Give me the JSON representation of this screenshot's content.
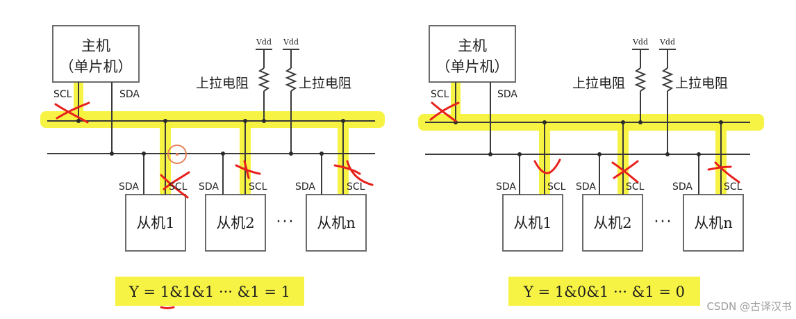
{
  "colors": {
    "highlight": "#f7f23a",
    "mark": "#e8201c",
    "wire": "#3a3a3a"
  },
  "left": {
    "master_line1": "主机",
    "master_line2": "（单片机）",
    "scl": "SCL",
    "sda": "SDA",
    "vdd1": "Vdd",
    "vdd2": "Vdd",
    "pullup1": "上拉电阻",
    "pullup2": "上拉电阻",
    "slave1": "从机1",
    "slave2": "从机2",
    "slaven": "从机n",
    "ellipsis": "···",
    "s1_sda": "SDA",
    "s1_scl": "SCL",
    "s2_sda": "SDA",
    "s2_scl": "SCL",
    "sn_sda": "SDA",
    "sn_scl": "SCL",
    "formula": "Y = 1&1&1 ··· &1 = 1"
  },
  "right": {
    "master_line1": "主机",
    "master_line2": "（单片机）",
    "scl": "SCL",
    "sda": "SDA",
    "vdd1": "Vdd",
    "vdd2": "Vdd",
    "pullup1": "上拉电阻",
    "pullup2": "上拉电阻",
    "slave1": "从机1",
    "slave2": "从机2",
    "slaven": "从机n",
    "ellipsis": "···",
    "s1_sda": "SDA",
    "s1_scl": "SCL",
    "s2_sda": "SDA",
    "s2_scl": "SCL",
    "sn_sda": "SDA",
    "sn_scl": "SCL",
    "formula": "Y = 1&0&1 ··· &1 = 0"
  },
  "watermark": "CSDN @古译汉书"
}
